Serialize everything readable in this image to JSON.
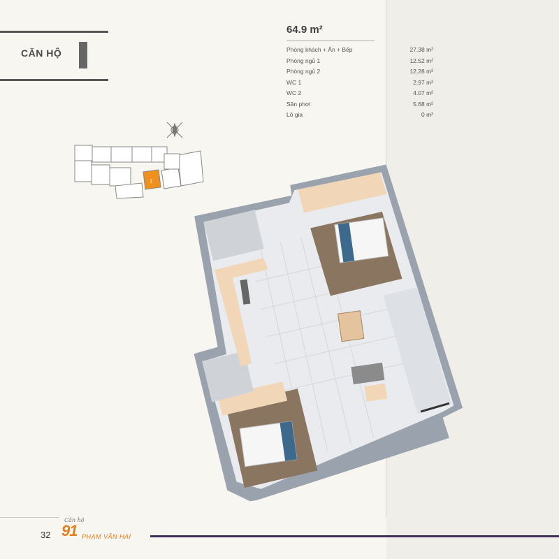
{
  "section": {
    "title": "CĂN HỘ"
  },
  "apartment": {
    "area_title": "64.9 m²",
    "rooms": [
      {
        "name": "Phòng khách + Ăn + Bếp",
        "area": "27.38 m²"
      },
      {
        "name": "Phòng ngủ 1",
        "area": "12.52 m²"
      },
      {
        "name": "Phòng ngủ 2",
        "area": "12.28 m²"
      },
      {
        "name": "WC 1",
        "area": "2.97 m²"
      },
      {
        "name": "WC 2",
        "area": "4.07 m²"
      },
      {
        "name": "Sân phơi",
        "area": "5.68 m²"
      },
      {
        "name": "Lô gia",
        "area": "0 m²"
      }
    ]
  },
  "keyplan": {
    "highlight_label": "I",
    "highlight_color": "#f0901e"
  },
  "footer": {
    "page_number": "32",
    "brand_prefix": "Căn hộ",
    "brand_number": "91",
    "brand_name": "PHẠM VĂN HAI"
  },
  "colors": {
    "accent": "#e87d1e",
    "footer_line": "#3e2d5a"
  }
}
